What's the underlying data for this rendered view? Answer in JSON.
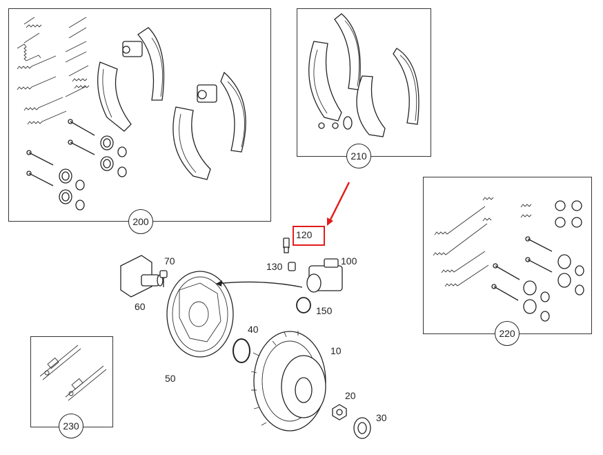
{
  "diagram": {
    "accent_color": "#e21b1b",
    "groups": [
      {
        "id": "200",
        "label": "200"
      },
      {
        "id": "210",
        "label": "210"
      },
      {
        "id": "220",
        "label": "220"
      },
      {
        "id": "230",
        "label": "230"
      }
    ],
    "parts": {
      "p10": "10",
      "p20": "20",
      "p30": "30",
      "p40": "40",
      "p50": "50",
      "p60": "60",
      "p70": "70",
      "p100": "100",
      "p120": "120",
      "p130": "130",
      "p150": "150"
    },
    "highlighted_part": "120"
  }
}
